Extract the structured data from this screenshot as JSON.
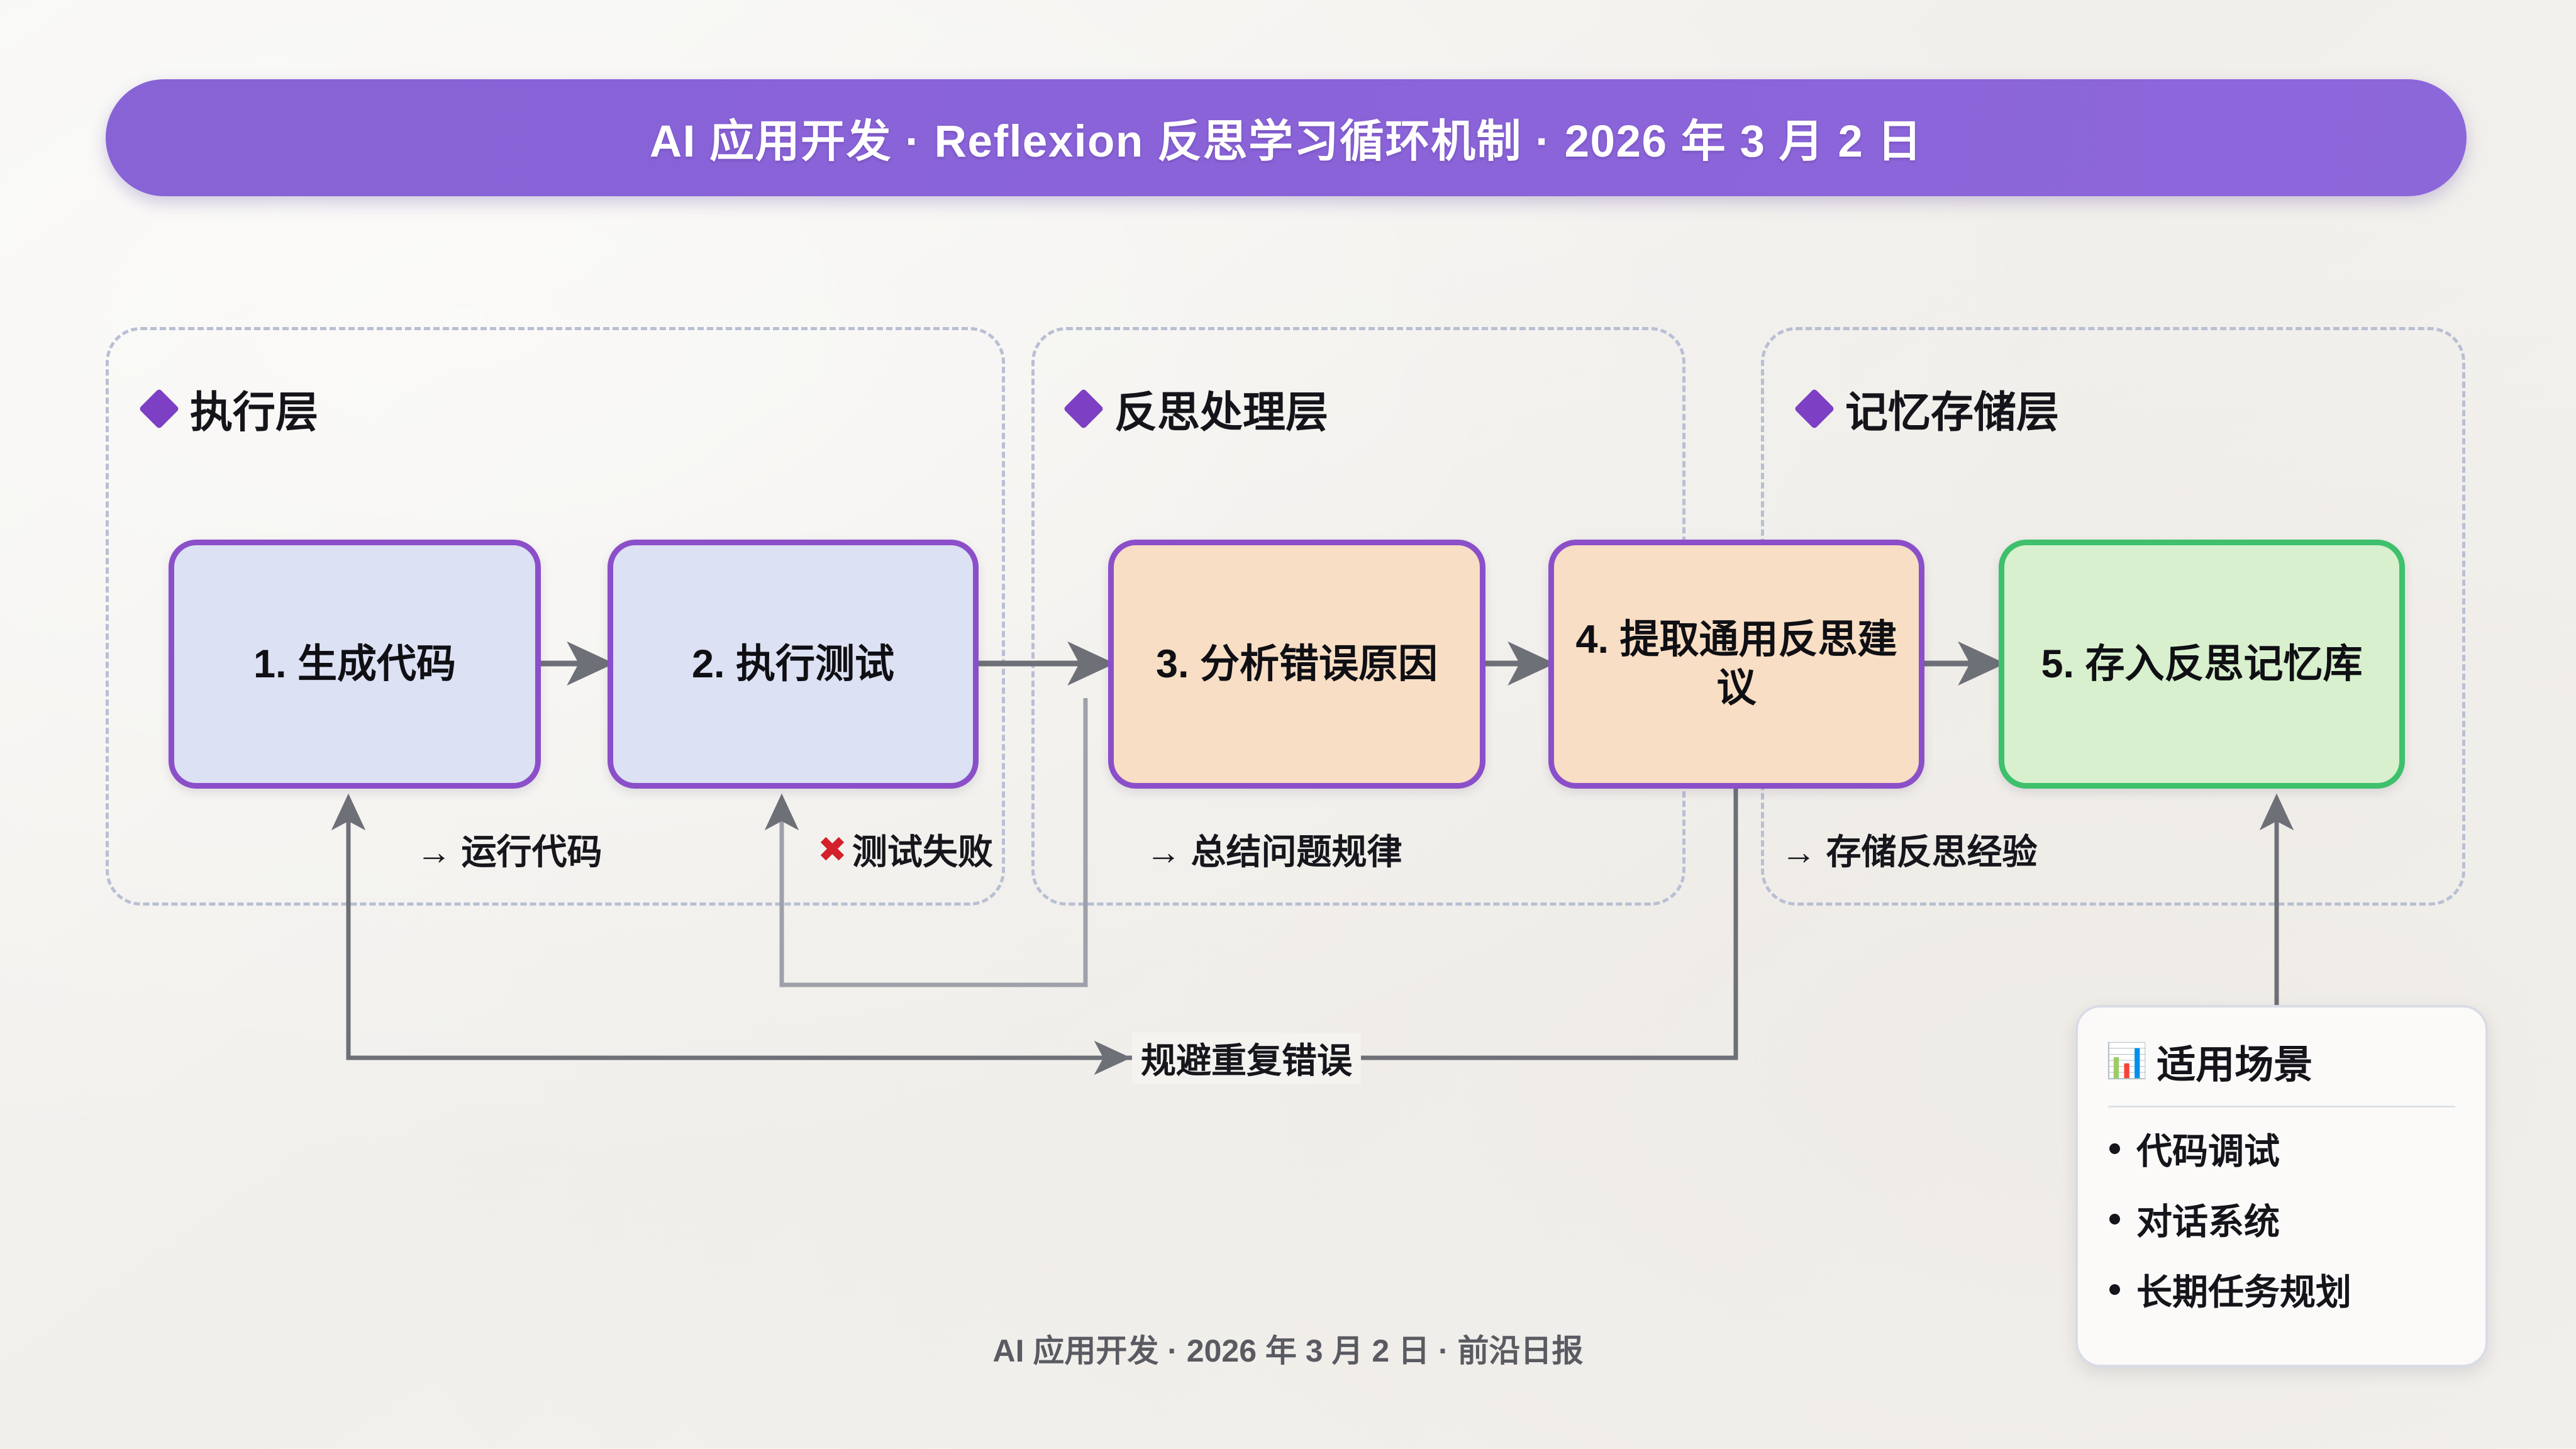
{
  "page": {
    "background_color": "#f4f3f0",
    "accent_color": "#8763d6"
  },
  "header": {
    "title": "AI 应用开发 · Reflexion 反思学习循环机制 · 2026 年 3 月 2 日",
    "background_color": "#8763d6",
    "text_color": "#ffffff"
  },
  "lanes": [
    {
      "label": "执行层",
      "marker": "diamond-bullet-icon",
      "marker_color": "#7d3fc4"
    },
    {
      "label": "反思处理层",
      "marker": "diamond-bullet-icon",
      "marker_color": "#7d3fc4"
    },
    {
      "label": "记忆存储层",
      "marker": "diamond-bullet-icon",
      "marker_color": "#7d3fc4"
    }
  ],
  "nodes": [
    {
      "id": "n1",
      "label": "1. 生成代码",
      "fill": "#dce1f3",
      "stroke": "#8b4fc9",
      "lane": "执行层"
    },
    {
      "id": "n2",
      "label": "2. 执行测试",
      "fill": "#dce1f3",
      "stroke": "#8b4fc9",
      "lane": "执行层"
    },
    {
      "id": "n3",
      "label": "3. 分析错误原因",
      "fill": "#f8dec4",
      "stroke": "#8b4fc9",
      "lane": "反思处理层"
    },
    {
      "id": "n4",
      "label": "4. 提取通用反思建议",
      "fill": "#f8dec4",
      "stroke": "#8b4fc9",
      "lane": "反思处理层"
    },
    {
      "id": "n5",
      "label": "5. 存入反思记忆库",
      "fill": "#d8f0cd",
      "stroke": "#3ec06c",
      "lane": "记忆存储层"
    }
  ],
  "edge_labels": {
    "run_code": "→ 运行代码",
    "test_failed_mark": "✖",
    "test_failed": "测试失败",
    "summarize": "→ 总结问题规律",
    "store_experience": "→ 存储反思经验",
    "avoid_repeat": "规避重复错误"
  },
  "info_card": {
    "icon": "bar-chart-icon",
    "icon_glyph": "📊",
    "title": "适用场景",
    "items": [
      "代码调试",
      "对话系统",
      "长期任务规划"
    ]
  },
  "footer": {
    "text": "AI 应用开发 · 2026 年 3 月 2 日 · 前沿日报"
  }
}
